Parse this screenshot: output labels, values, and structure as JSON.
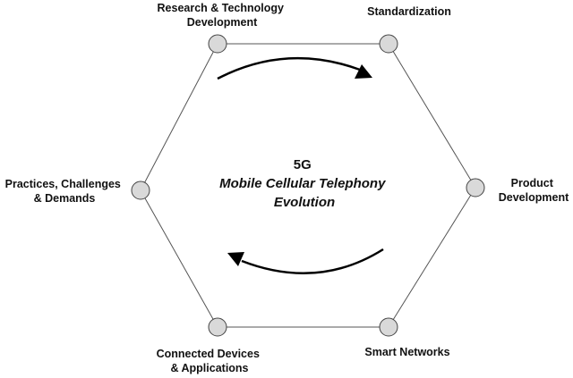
{
  "diagram": {
    "center": {
      "line1": "5G",
      "line2": "Mobile Cellular Telephony",
      "line3": "Evolution"
    },
    "nodes": [
      {
        "id": "research",
        "lines": [
          "Research & Technology",
          "Development"
        ]
      },
      {
        "id": "standardization",
        "lines": [
          "Standardization"
        ]
      },
      {
        "id": "product",
        "lines": [
          "Product",
          "Development"
        ]
      },
      {
        "id": "smart-networks",
        "lines": [
          "Smart Networks"
        ]
      },
      {
        "id": "connected-devices",
        "lines": [
          "Connected Devices",
          "& Applications"
        ]
      },
      {
        "id": "practices",
        "lines": [
          "Practices, Challenges",
          "& Demands"
        ]
      }
    ],
    "arrows": [
      "clockwise-top",
      "clockwise-bottom"
    ]
  }
}
